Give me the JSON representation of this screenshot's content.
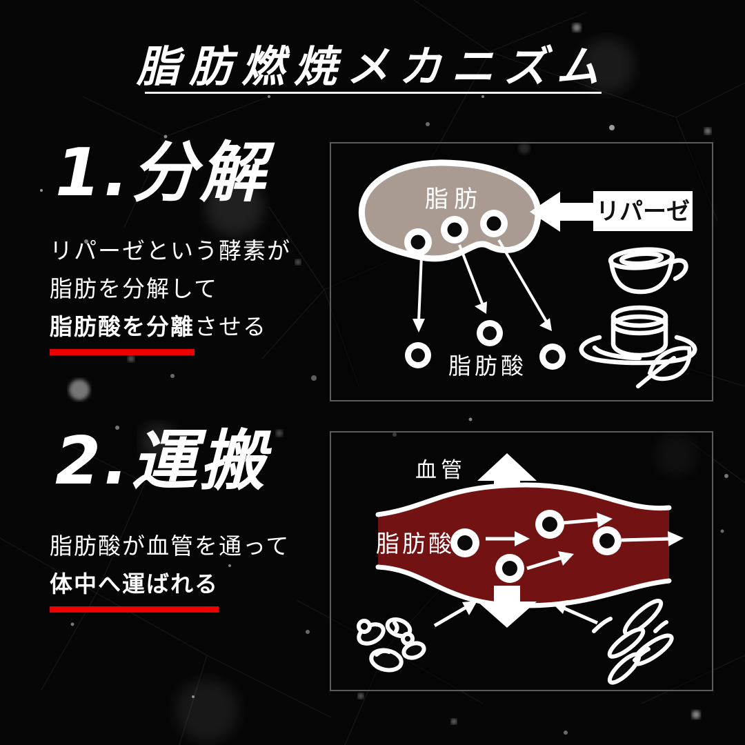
{
  "title": "脂肪燃焼メカニズム",
  "sections": [
    {
      "heading": "1.分解",
      "line1": "リパーゼという酵素が",
      "line2": "脂肪を分解して",
      "highlight": "脂肪酸を分離",
      "tail": "させる"
    },
    {
      "heading": "2.運搬",
      "line1": "脂肪酸が血管を通って",
      "highlight": "体中へ運ばれる",
      "tail": ""
    }
  ],
  "diagram_breakdown": {
    "fat_label": "脂肪",
    "lipase_label": "リパーゼ",
    "fatty_acid_label": "脂肪酸",
    "icons": [
      "coffee-cup-icon",
      "teacup-saucer-icon",
      "leaf-icon"
    ]
  },
  "diagram_transport": {
    "vessel_label": "血管",
    "fatty_acid_label": "脂肪酸",
    "icons": [
      "spice-root-icon",
      "spice-slices-icon"
    ]
  },
  "colors": {
    "accent_red": "#ec0000",
    "fat_blob": "#a99b91",
    "vessel_red": "#731212",
    "box_border": "#5c5c5c",
    "background": "#060606",
    "text": "#ffffff"
  }
}
